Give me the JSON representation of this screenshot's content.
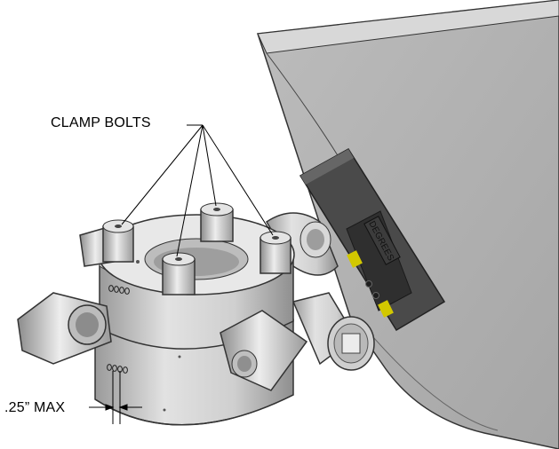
{
  "labels": {
    "clamp_bolts": "CLAMP BOLTS",
    "max_gap": ".25” MAX"
  },
  "display": {
    "unit_label": "DEGREES"
  },
  "colors": {
    "background": "#ffffff",
    "metal_light": "#e6e6e6",
    "metal_mid": "#bdbdbd",
    "metal_dark": "#8e8e8e",
    "body_dark": "#3a3a3a",
    "indicator_led": "#d2c800"
  },
  "icons": {
    "clamp_bolt": "hex-bolt-icon",
    "engraving": "0000"
  }
}
